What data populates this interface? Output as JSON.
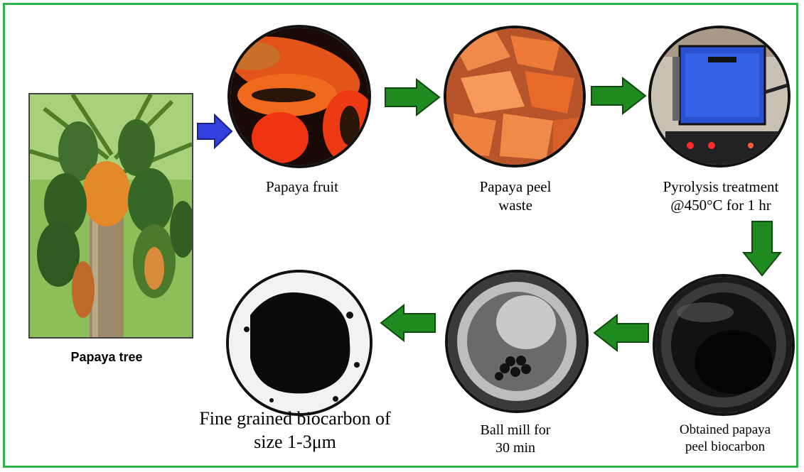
{
  "labels": {
    "papaya_tree": "Papaya tree",
    "papaya_fruit": "Papaya fruit",
    "peel_waste_l1": "Papaya peel",
    "peel_waste_l2": "waste",
    "pyrolysis_l1": "Pyrolysis treatment",
    "pyrolysis_l2": "@450°C for 1 hr",
    "biocarbon_l1": "Obtained papaya",
    "biocarbon_l2": "peel biocarbon",
    "ballmill_l1": "Ball mill for",
    "ballmill_l2": "30 min",
    "fine_l1": "Fine grained biocarbon of",
    "fine_l2": "size 1-3μm"
  },
  "colors": {
    "frame_green": "#2fb34a",
    "arrow_green": "#1f8a1f",
    "arrow_blue": "#3340e0"
  }
}
